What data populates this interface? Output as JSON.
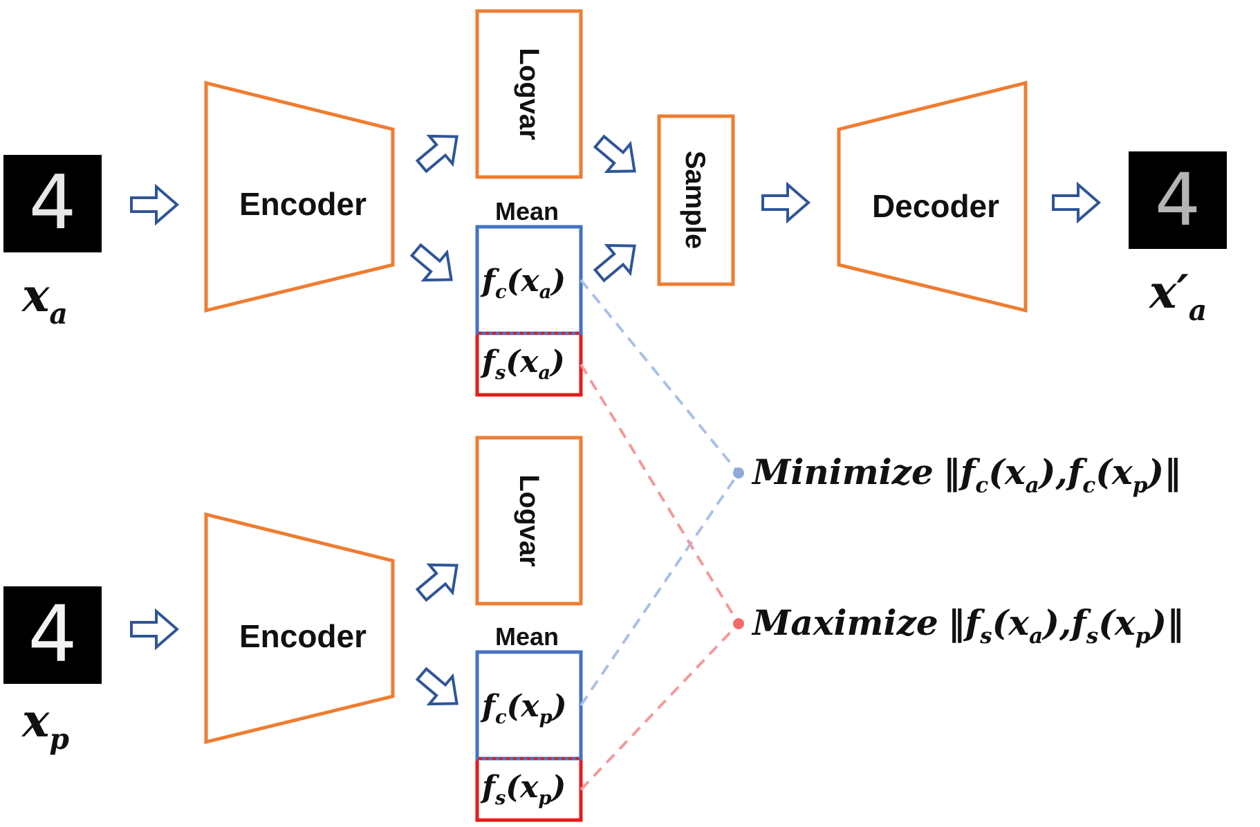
{
  "colors": {
    "orange": "#ED7D31",
    "blue": "#4472C4",
    "red": "#E8191A",
    "arrow": "#2F5597",
    "dash_blue": "#A9C0E6",
    "dash_red": "#F4999A"
  },
  "icons": [
    "hollow-arrow-icon"
  ],
  "images": {
    "anchor_digit": "4",
    "positive_digit": "4",
    "reconstructed_digit": "4"
  },
  "labels": {
    "encoder_top": "Encoder",
    "encoder_bottom": "Encoder",
    "decoder": "Decoder",
    "logvar_top": "Logvar",
    "logvar_bottom": "Logvar",
    "mean_top": "Mean",
    "mean_bottom": "Mean",
    "sample": "Sample"
  },
  "math": {
    "x_a": {
      "base": "x",
      "sub": "a"
    },
    "x_p": {
      "base": "x",
      "sub": "p"
    },
    "x_a_prime": {
      "base": "x′",
      "sub": "a"
    },
    "fc_xa": {
      "f": "f",
      "fsub": "c",
      "open": "(",
      "x": "x",
      "xsub": "a",
      "close": ")"
    },
    "fs_xa": {
      "f": "f",
      "fsub": "s",
      "open": "(",
      "x": "x",
      "xsub": "a",
      "close": ")"
    },
    "fc_xp": {
      "f": "f",
      "fsub": "c",
      "open": "(",
      "x": "x",
      "xsub": "p",
      "close": ")"
    },
    "fs_xp": {
      "f": "f",
      "fsub": "s",
      "open": "(",
      "x": "x",
      "xsub": "p",
      "close": ")"
    }
  },
  "objectives": {
    "minimize": {
      "word": "Minimize",
      "norm_open": "‖",
      "f1": "f",
      "f1sub": "c",
      "a1": "(x",
      "a1sub": "a",
      "sep": "),",
      "f2": "f",
      "f2sub": "c",
      "a2": "(x",
      "a2sub": "p",
      "end": ")",
      "norm_close": "‖"
    },
    "maximize": {
      "word": "Maximize",
      "norm_open": "‖",
      "f1": "f",
      "f1sub": "s",
      "a1": "(x",
      "a1sub": "a",
      "sep": "),",
      "f2": "f",
      "f2sub": "s",
      "a2": "(x",
      "a2sub": "p",
      "end": ")",
      "norm_close": "‖"
    }
  }
}
